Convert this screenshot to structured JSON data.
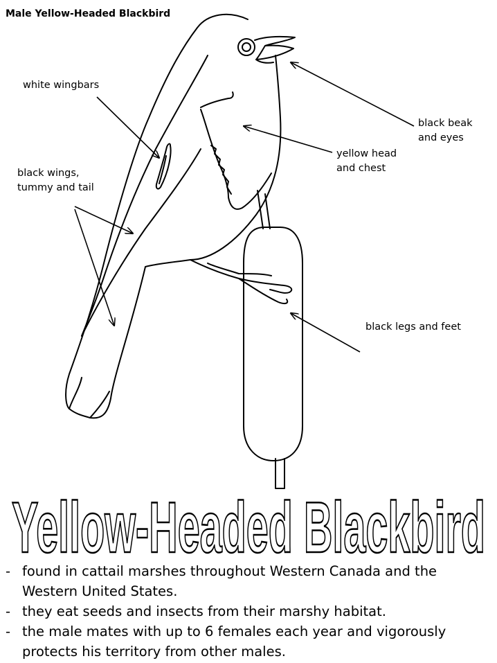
{
  "page": {
    "top_title": "Male Yellow-Headed Blackbird",
    "main_title": "Yellow-Headed Blackbird"
  },
  "labels": {
    "wingbars": "white wingbars",
    "wings": "black wings,\ntummy and tail",
    "beak": "black beak\nand eyes",
    "head": "yellow head\nand chest",
    "legs": "black legs and feet"
  },
  "facts": [
    {
      "marker": "-",
      "text": "found in cattail marshes throughout Western Canada and the Western United States."
    },
    {
      "marker": "-",
      "text": "they eat seeds and insects from their marshy habitat."
    },
    {
      "marker": "-",
      "text": "the male mates with up to 6 females each year and vigorously protects his territory from other males."
    }
  ]
}
